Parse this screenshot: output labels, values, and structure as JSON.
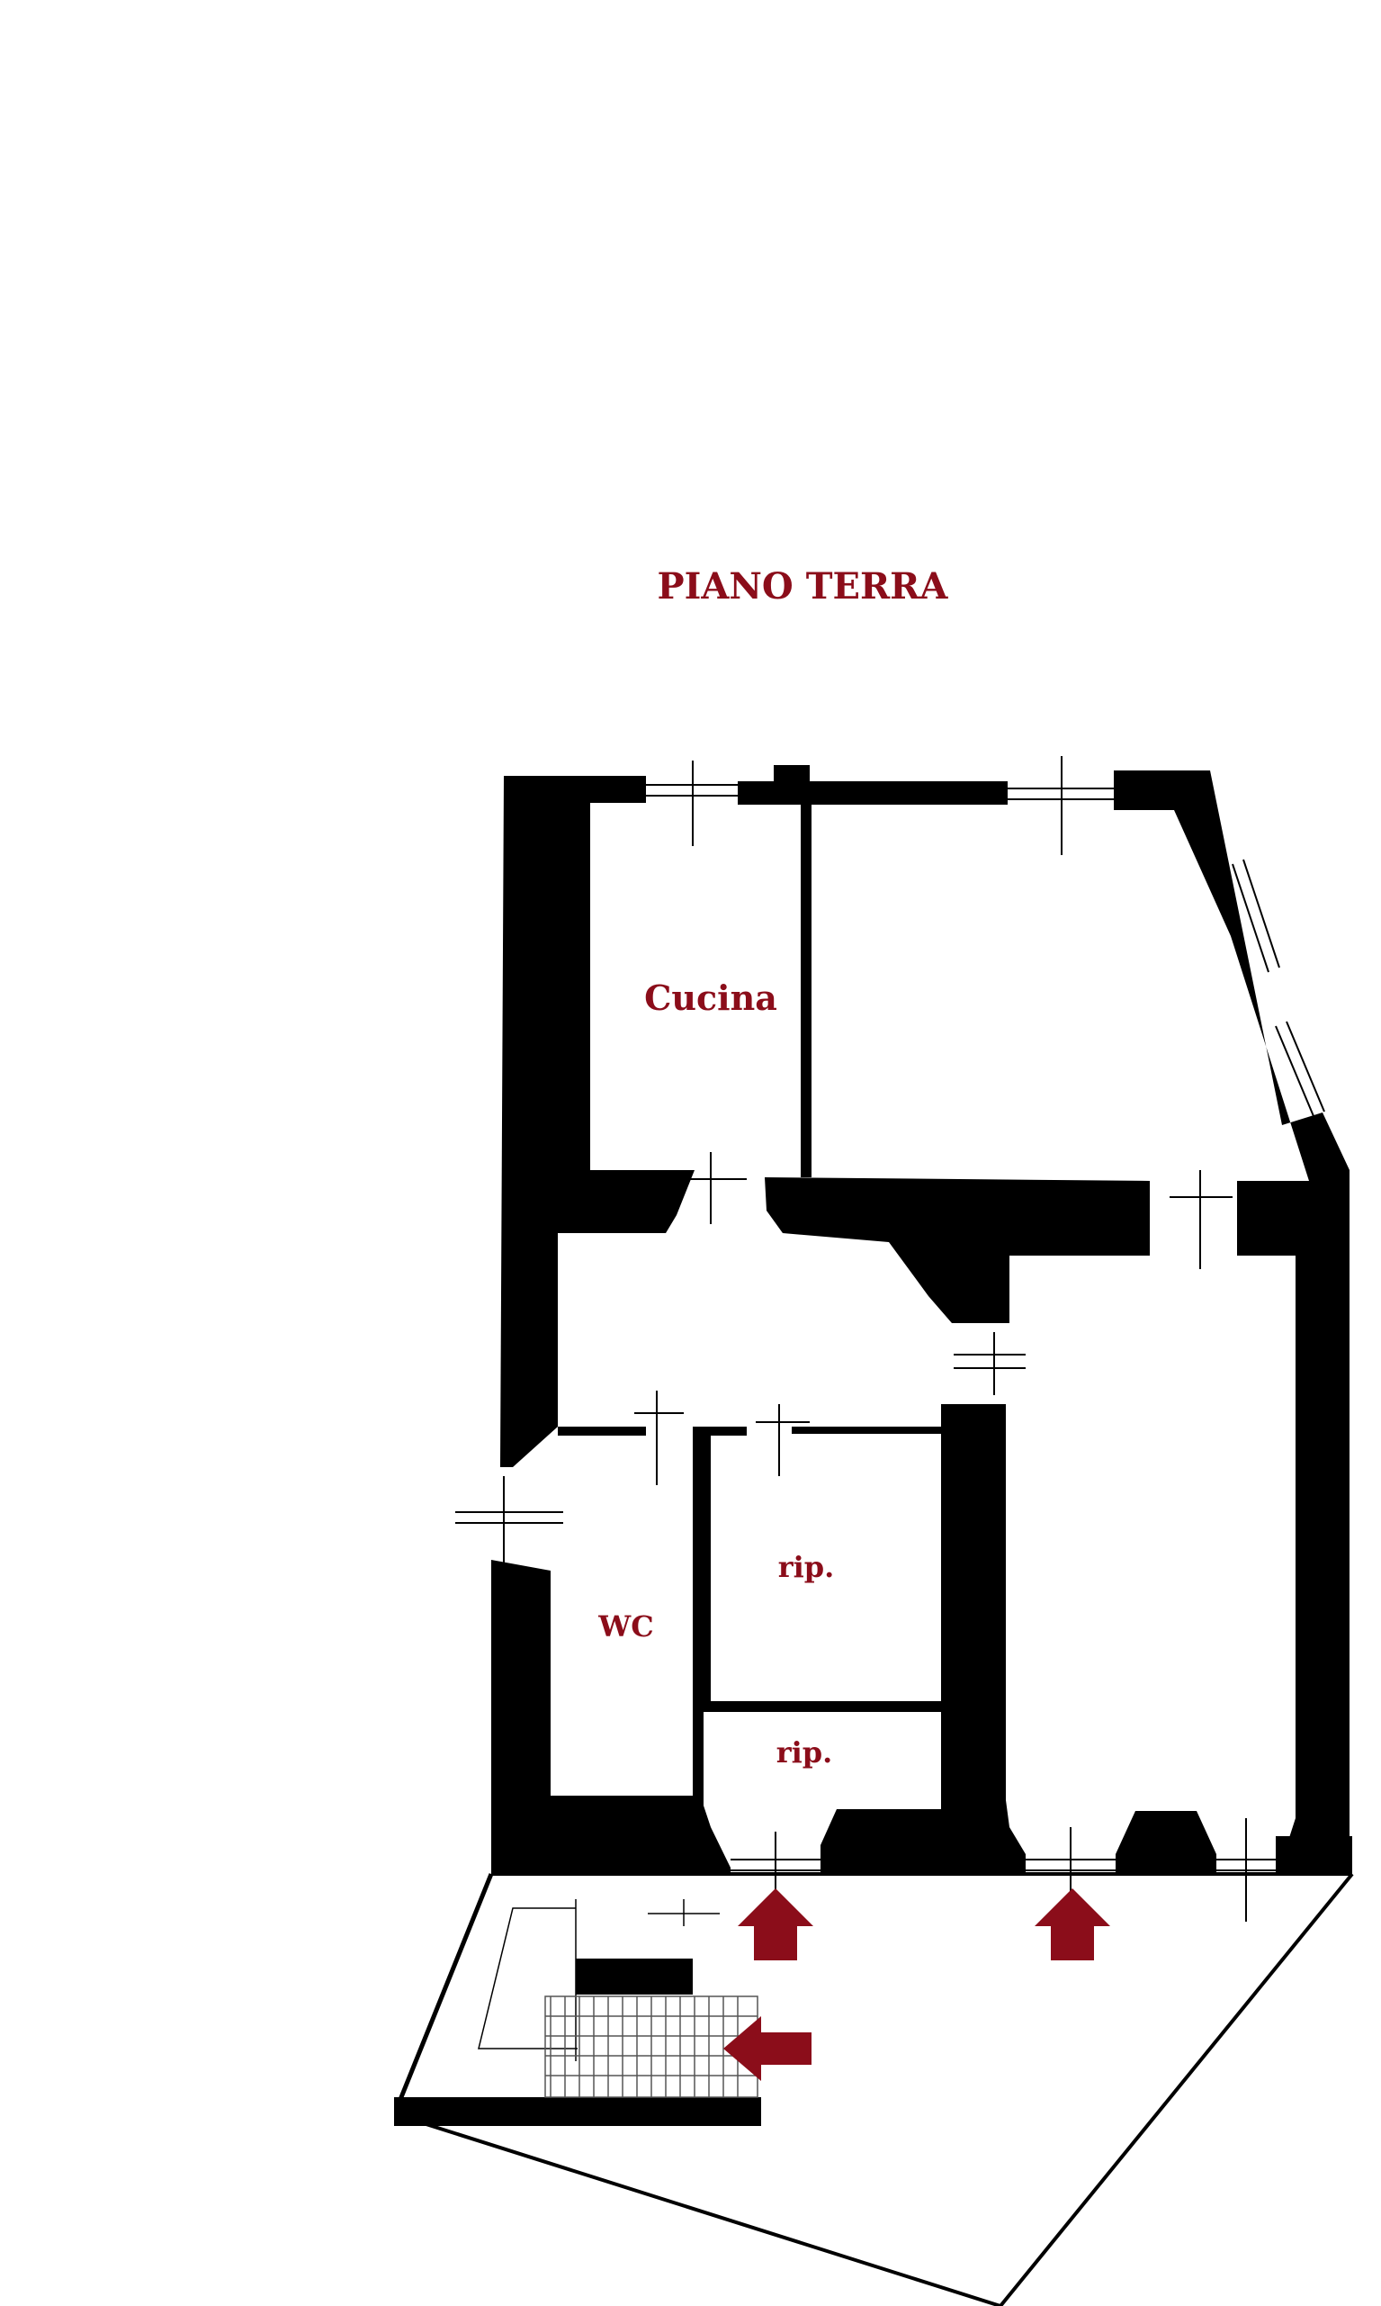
{
  "title": "PIANO TERRA",
  "rooms": {
    "kitchen": "Cucina",
    "wc": "WC",
    "storage_upper": "rip.",
    "storage_lower": "rip."
  },
  "colors": {
    "accent": "#8b0d1a",
    "walls": "#000000",
    "background": "#ffffff"
  },
  "entrances": {
    "count": 3,
    "icon": "arrow-icon"
  }
}
